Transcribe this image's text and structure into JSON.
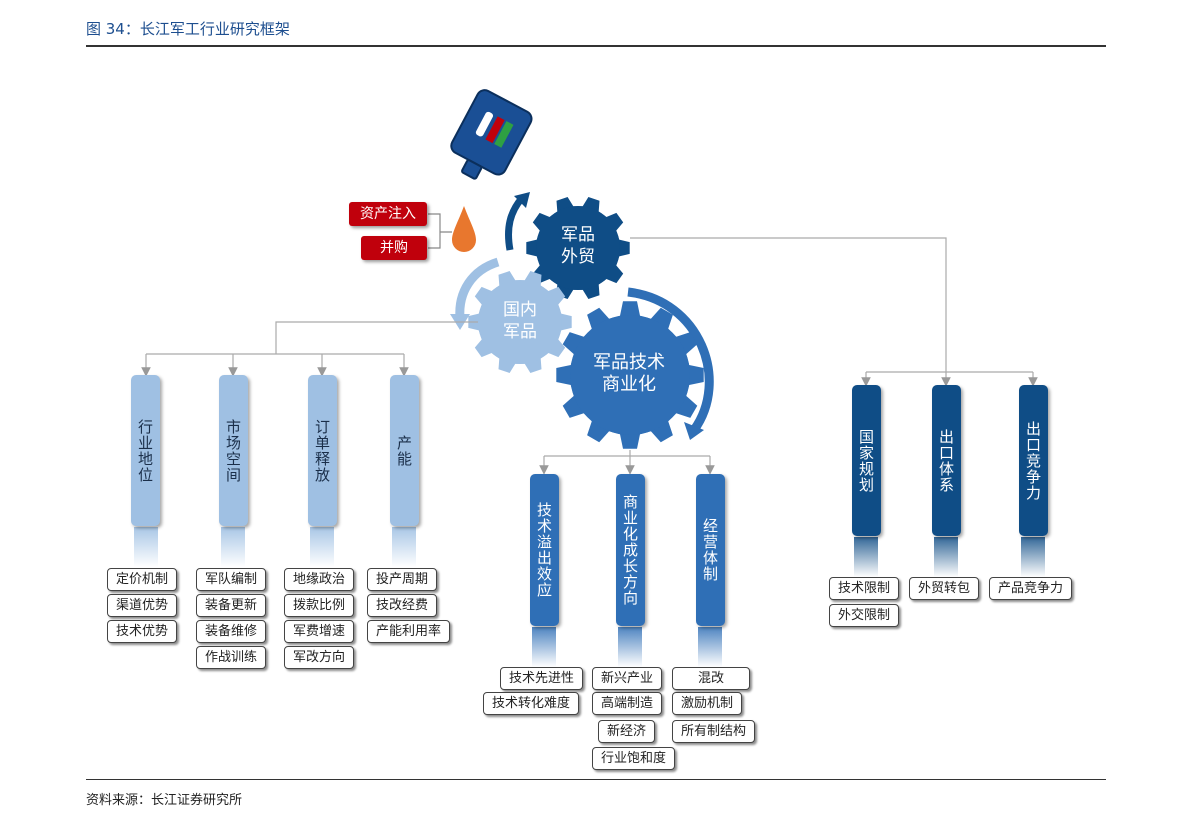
{
  "header": {
    "title": "图 34：长江军工行业研究框架"
  },
  "footer": {
    "source": "资料来源：长江证券研究所"
  },
  "diagram": {
    "red_boxes": [
      "资产注入",
      "并购"
    ],
    "gears": {
      "foreign_trade": "军品\n外贸",
      "domestic": "国内\n军品",
      "commercial": "军品技术\n商业化"
    },
    "domestic_bars": [
      {
        "label": "行业地位",
        "items": [
          "定价机制",
          "渠道优势",
          "技术优势"
        ]
      },
      {
        "label": "市场空间",
        "items": [
          "军队编制",
          "装备更新",
          "装备维修",
          "作战训练"
        ]
      },
      {
        "label": "订单释放",
        "items": [
          "地缘政治",
          "拨款比例",
          "军费增速",
          "军改方向"
        ]
      },
      {
        "label": "产能",
        "items": [
          "投产周期",
          "技改经费",
          "产能利用率"
        ]
      }
    ],
    "commercial_bars": [
      {
        "label": "技术溢出效应",
        "items": [
          "技术先进性",
          "技术转化难度"
        ]
      },
      {
        "label": "商业化成长方向",
        "items": [
          "新兴产业",
          "高端制造",
          "新经济",
          "行业饱和度"
        ]
      },
      {
        "label": "经营体制",
        "items": [
          "混改",
          "激励机制",
          "所有制结构"
        ]
      }
    ],
    "foreign_bars": [
      {
        "label": "国家规划",
        "items": [
          "技术限制",
          "外交限制"
        ]
      },
      {
        "label": "出口体系",
        "items": [
          "外贸转包"
        ]
      },
      {
        "label": "出口竞争力",
        "items": [
          "产品竞争力"
        ]
      }
    ],
    "colors": {
      "light": "#9fc0e3",
      "mid": "#2f6fb6",
      "dark": "#0f4d86",
      "red": "#c0000c",
      "drop": "#e8772e"
    }
  }
}
